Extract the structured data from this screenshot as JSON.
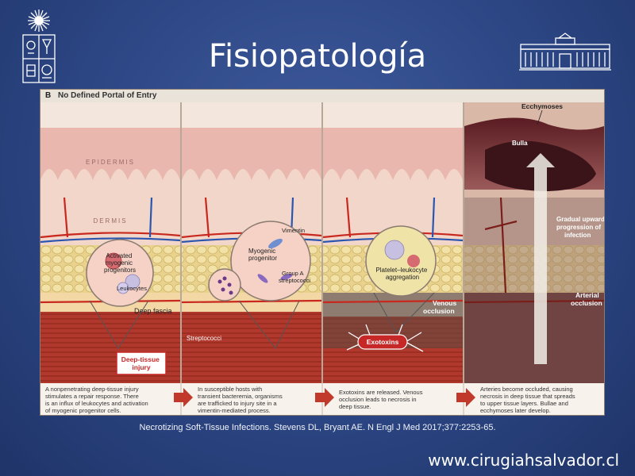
{
  "slide": {
    "title": "Fisiopatología",
    "citation": "Necrotizing Soft-Tissue Infections. Stevens DL, Bryant AE. N Engl J Med 2017;377:2253-65.",
    "website": "www.cirugiahsalvador.cl"
  },
  "figure": {
    "panel_letter": "B",
    "panel_title": "No Defined Portal of Entry",
    "layers": {
      "epidermis": "EPIDERMIS",
      "dermis": "DERMIS",
      "deep_fascia": "Deep fascia"
    },
    "panels": [
      {
        "labels": {
          "zoom": [
            "Activated",
            "myogenic",
            "progenitors"
          ],
          "leukocytes": "Leukocytes",
          "injury": [
            "Deep-tissue",
            "injury"
          ]
        },
        "caption": [
          "A nonpenetrating deep-tissue injury",
          "stimulates a repair response. There",
          "is an influx of leukocytes and activation",
          "of myogenic progenitor cells."
        ]
      },
      {
        "labels": {
          "vimentin": "Vimentin",
          "myogenic": [
            "Myogenic",
            "progenitor"
          ],
          "group_a": [
            "Group A",
            "streptococci"
          ],
          "streptococci": "Streptococci"
        },
        "caption": [
          "In susceptible hosts with",
          "transient bacteremia, organisms",
          "are trafficked to injury site in a",
          "vimentin-mediated process."
        ]
      },
      {
        "labels": {
          "platelet": [
            "Platelet–leukocyte",
            "aggregation"
          ],
          "venous": [
            "Venous",
            "occlusion"
          ],
          "exotoxins": "Exotoxins"
        },
        "caption": [
          "Exotoxins are released. Venous",
          "occlusion leads to necrosis in",
          "deep tissue."
        ]
      },
      {
        "labels": {
          "ecchymoses": "Ecchymoses",
          "bulla": "Bulla",
          "progression": [
            "Gradual upward",
            "progression of",
            "infection"
          ],
          "arterial": [
            "Arterial",
            "occlusion"
          ]
        },
        "caption": [
          "Arteries become occluded, causing",
          "necrosis in deep tissue that spreads",
          "to upper tissue layers. Bullae and",
          "ecchymoses later develop."
        ]
      }
    ]
  },
  "colors": {
    "background": "#2c4684",
    "epidermis": "#e8b4ac",
    "dermis": "#f0d3c6",
    "fat": "#e6cf88",
    "muscle": "#b23a2e",
    "vessel_red": "#c8281e",
    "vessel_blue": "#2a56b0",
    "exotoxin_badge": "#c62828",
    "caption_bg": "#f7f2ec",
    "arrow": "#c0392b"
  }
}
